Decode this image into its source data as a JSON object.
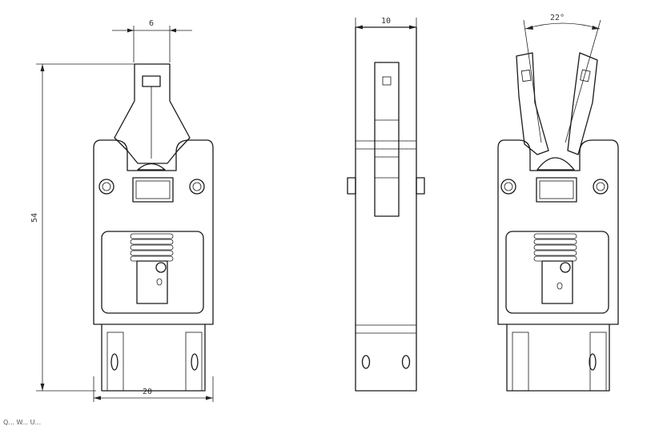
{
  "dimensions": {
    "tip_width": "6",
    "overall_height": "54",
    "body_width": "20",
    "side_thickness": "10",
    "open_angle": "22°"
  },
  "footer_text": "Q... W... U..."
}
